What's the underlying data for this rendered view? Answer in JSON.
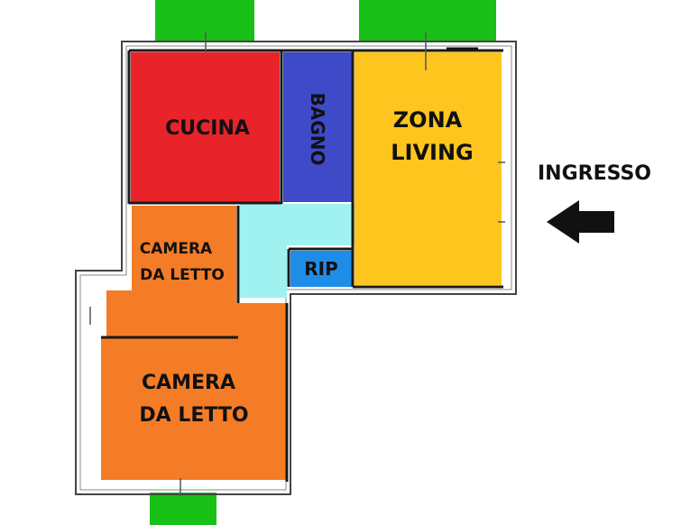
{
  "colors": {
    "kitchen": "#e8242a",
    "bathroom": "#3e4ac8",
    "living": "#fdc51e",
    "bedroom": "#f47c27",
    "hallway": "#9ff2f0",
    "storage": "#1e8de8",
    "garden": "#18c018",
    "wall": "#1a1a1a",
    "arrow": "#111111"
  },
  "rooms": {
    "kitchen": {
      "label": "CUCINA"
    },
    "bathroom": {
      "label": "BAGNO"
    },
    "living": {
      "line1": "ZONA",
      "line2": "LIVING"
    },
    "bedroom_small": {
      "line1": "CAMERA",
      "line2": "DA LETTO"
    },
    "bedroom_large": {
      "line1": "CAMERA",
      "line2": "DA LETTO"
    },
    "storage": {
      "label": "RIP"
    }
  },
  "entrance": {
    "label": "INGRESSO",
    "icon": "arrow-left-icon"
  }
}
